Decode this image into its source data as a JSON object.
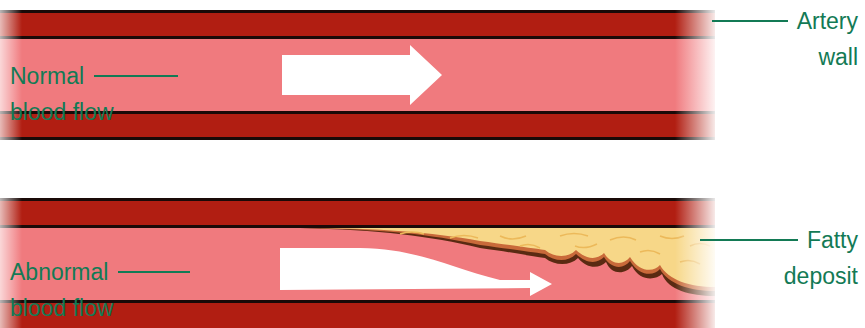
{
  "diagram": {
    "labels": [
      "Artery wall",
      "Normal blood flow",
      "Fatty deposit",
      "Abnormal blood flow"
    ]
  }
}
